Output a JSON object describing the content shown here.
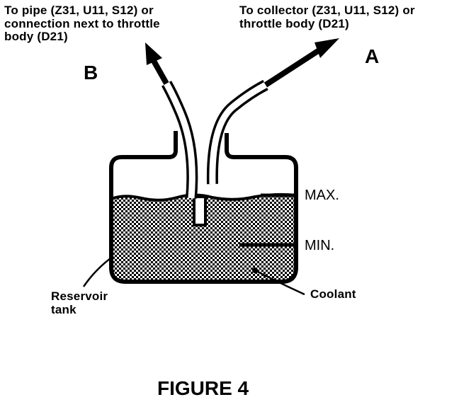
{
  "labels": {
    "pipe_b": "To pipe (Z31, U11, S12) or\nconnection next to throttle\nbody (D21)",
    "collector_a": "To collector (Z31, U11, S12) or\nthrottle body (D21)",
    "letter_a": "A",
    "letter_b": "B",
    "max": "MAX.",
    "min": "MIN.",
    "reservoir": "Reservoir\ntank",
    "coolant": "Coolant",
    "figure": "FIGURE 4"
  },
  "colors": {
    "ink": "#000000",
    "paper": "#ffffff"
  },
  "icons": {
    "arrow_b": "arrow-up-left-icon",
    "arrow_a": "arrow-up-right-icon"
  }
}
